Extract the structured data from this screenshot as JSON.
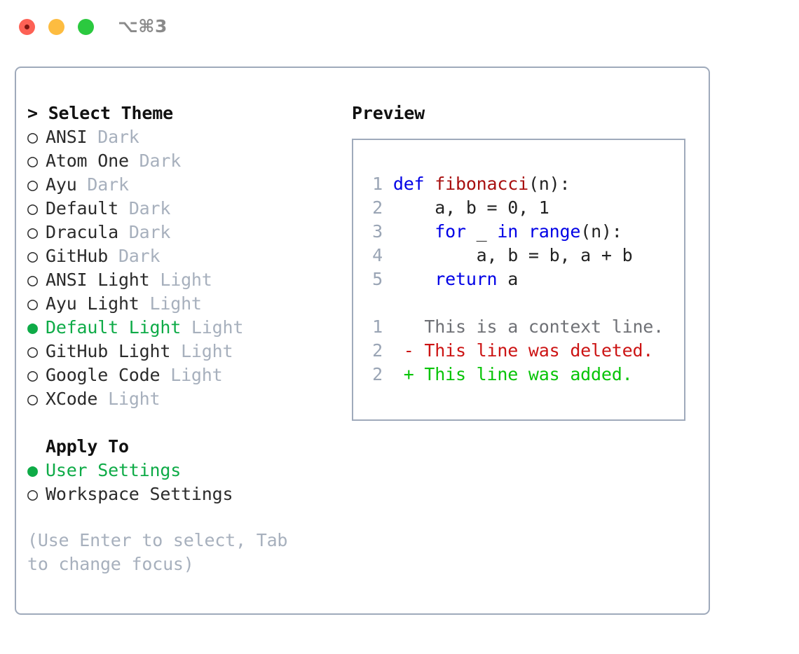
{
  "window": {
    "title": "⌥⌘3",
    "controls": [
      {
        "name": "close-button",
        "color": "#fd6155"
      },
      {
        "name": "minimize-button",
        "color": "#fdbc40"
      },
      {
        "name": "maximize-button",
        "color": "#2bc93f"
      }
    ]
  },
  "theme_picker": {
    "header": "> Select Theme",
    "selected_theme": "Default Light",
    "accent_color": "#0eab47",
    "marker_selected": "●",
    "marker_unselected": "○",
    "themes": [
      {
        "name": "ANSI",
        "kind": "Dark",
        "selected": false
      },
      {
        "name": "Atom One",
        "kind": "Dark",
        "selected": false
      },
      {
        "name": "Ayu",
        "kind": "Dark",
        "selected": false
      },
      {
        "name": "Default",
        "kind": "Dark",
        "selected": false
      },
      {
        "name": "Dracula",
        "kind": "Dark",
        "selected": false
      },
      {
        "name": "GitHub",
        "kind": "Dark",
        "selected": false
      },
      {
        "name": "ANSI Light",
        "kind": "Light",
        "selected": false
      },
      {
        "name": "Ayu Light",
        "kind": "Light",
        "selected": false
      },
      {
        "name": "Default Light",
        "kind": "Light",
        "selected": true
      },
      {
        "name": "GitHub Light",
        "kind": "Light",
        "selected": false
      },
      {
        "name": "Google Code",
        "kind": "Light",
        "selected": false
      },
      {
        "name": "XCode",
        "kind": "Light",
        "selected": false
      }
    ],
    "apply_to": {
      "header": "Apply To",
      "selected": "User Settings",
      "options": [
        {
          "name": "User Settings",
          "selected": true
        },
        {
          "name": "Workspace Settings",
          "selected": false
        }
      ]
    },
    "hint": "(Use Enter to select, Tab to change focus)"
  },
  "preview": {
    "title": "Preview",
    "code_lines": [
      {
        "num": "1",
        "tokens": [
          {
            "t": "def",
            "c": "kw"
          },
          {
            "t": " ",
            "c": "pl"
          },
          {
            "t": "fibonacci",
            "c": "fn"
          },
          {
            "t": "(n):",
            "c": "pl"
          }
        ]
      },
      {
        "num": "2",
        "tokens": [
          {
            "t": "    a, b = 0, 1",
            "c": "pl"
          }
        ]
      },
      {
        "num": "3",
        "tokens": [
          {
            "t": "    ",
            "c": "pl"
          },
          {
            "t": "for",
            "c": "kw"
          },
          {
            "t": " _ ",
            "c": "pl"
          },
          {
            "t": "in",
            "c": "kw"
          },
          {
            "t": " ",
            "c": "pl"
          },
          {
            "t": "range",
            "c": "kw"
          },
          {
            "t": "(n):",
            "c": "pl"
          }
        ]
      },
      {
        "num": "4",
        "tokens": [
          {
            "t": "        a, b = b, a + b",
            "c": "pl"
          }
        ]
      },
      {
        "num": "5",
        "tokens": [
          {
            "t": "    ",
            "c": "pl"
          },
          {
            "t": "return",
            "c": "kw"
          },
          {
            "t": " a",
            "c": "pl"
          }
        ]
      }
    ],
    "diff_lines": [
      {
        "num": "1",
        "sign": " ",
        "text": "This is a context line.",
        "c": "ctx"
      },
      {
        "num": "2",
        "sign": "-",
        "text": "This line was deleted.",
        "c": "del"
      },
      {
        "num": "2",
        "sign": "+",
        "text": "This line was added.",
        "c": "add"
      }
    ],
    "syntax_colors": {
      "keyword": "#0000e6",
      "function": "#a81010",
      "plain": "#222222",
      "line_number": "#9aa5b5",
      "diff_context": "#6f7176",
      "diff_deleted": "#cc1414",
      "diff_added": "#08c408"
    }
  }
}
